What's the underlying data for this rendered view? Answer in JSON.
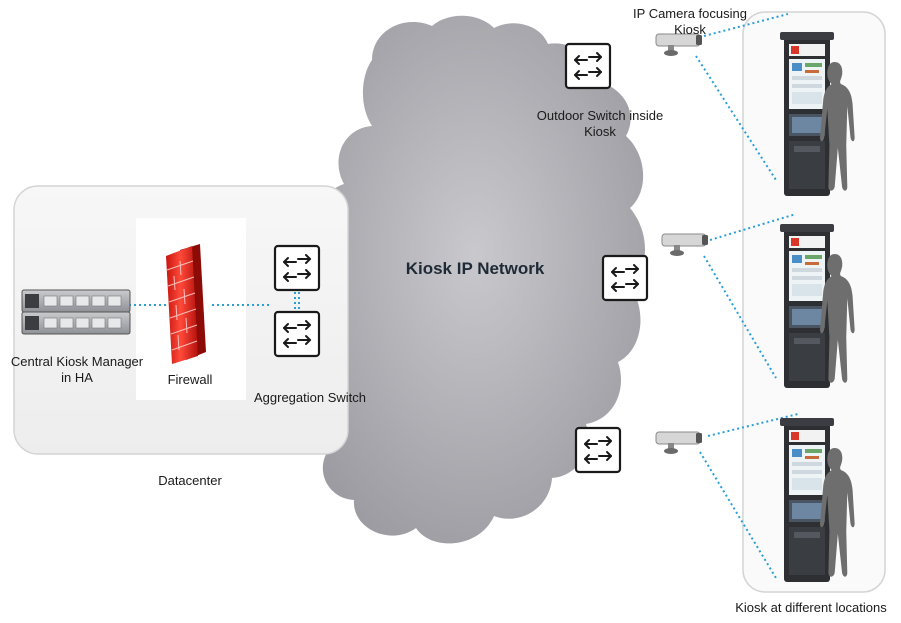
{
  "network": {
    "cloud_label": "Kiosk IP Network"
  },
  "datacenter": {
    "label": "Datacenter",
    "manager_label_line1": "Central Kiosk Manager",
    "manager_label_line2": "in HA",
    "firewall_label": "Firewall",
    "aggregation_label": "Aggregation Switch"
  },
  "remote": {
    "camera_label_line1": "IP Camera focusing",
    "camera_label_line2": "Kiosk",
    "outdoor_switch_line1": "Outdoor Switch inside",
    "outdoor_switch_line2": "Kiosk",
    "kiosks_label": "Kiosk at different locations"
  },
  "icons": {
    "switch": "switch-arrows-icon",
    "server": "rack-server-icon",
    "firewall": "brick-firewall-icon",
    "camera": "ip-camera-icon",
    "kiosk": "kiosk-terminal-icon",
    "person": "person-silhouette-icon"
  },
  "colors": {
    "cloud": "#a8a8ad",
    "link": "#2a9fd6",
    "firewall": "#e0251b",
    "panel_border": "#d4d4d4"
  }
}
